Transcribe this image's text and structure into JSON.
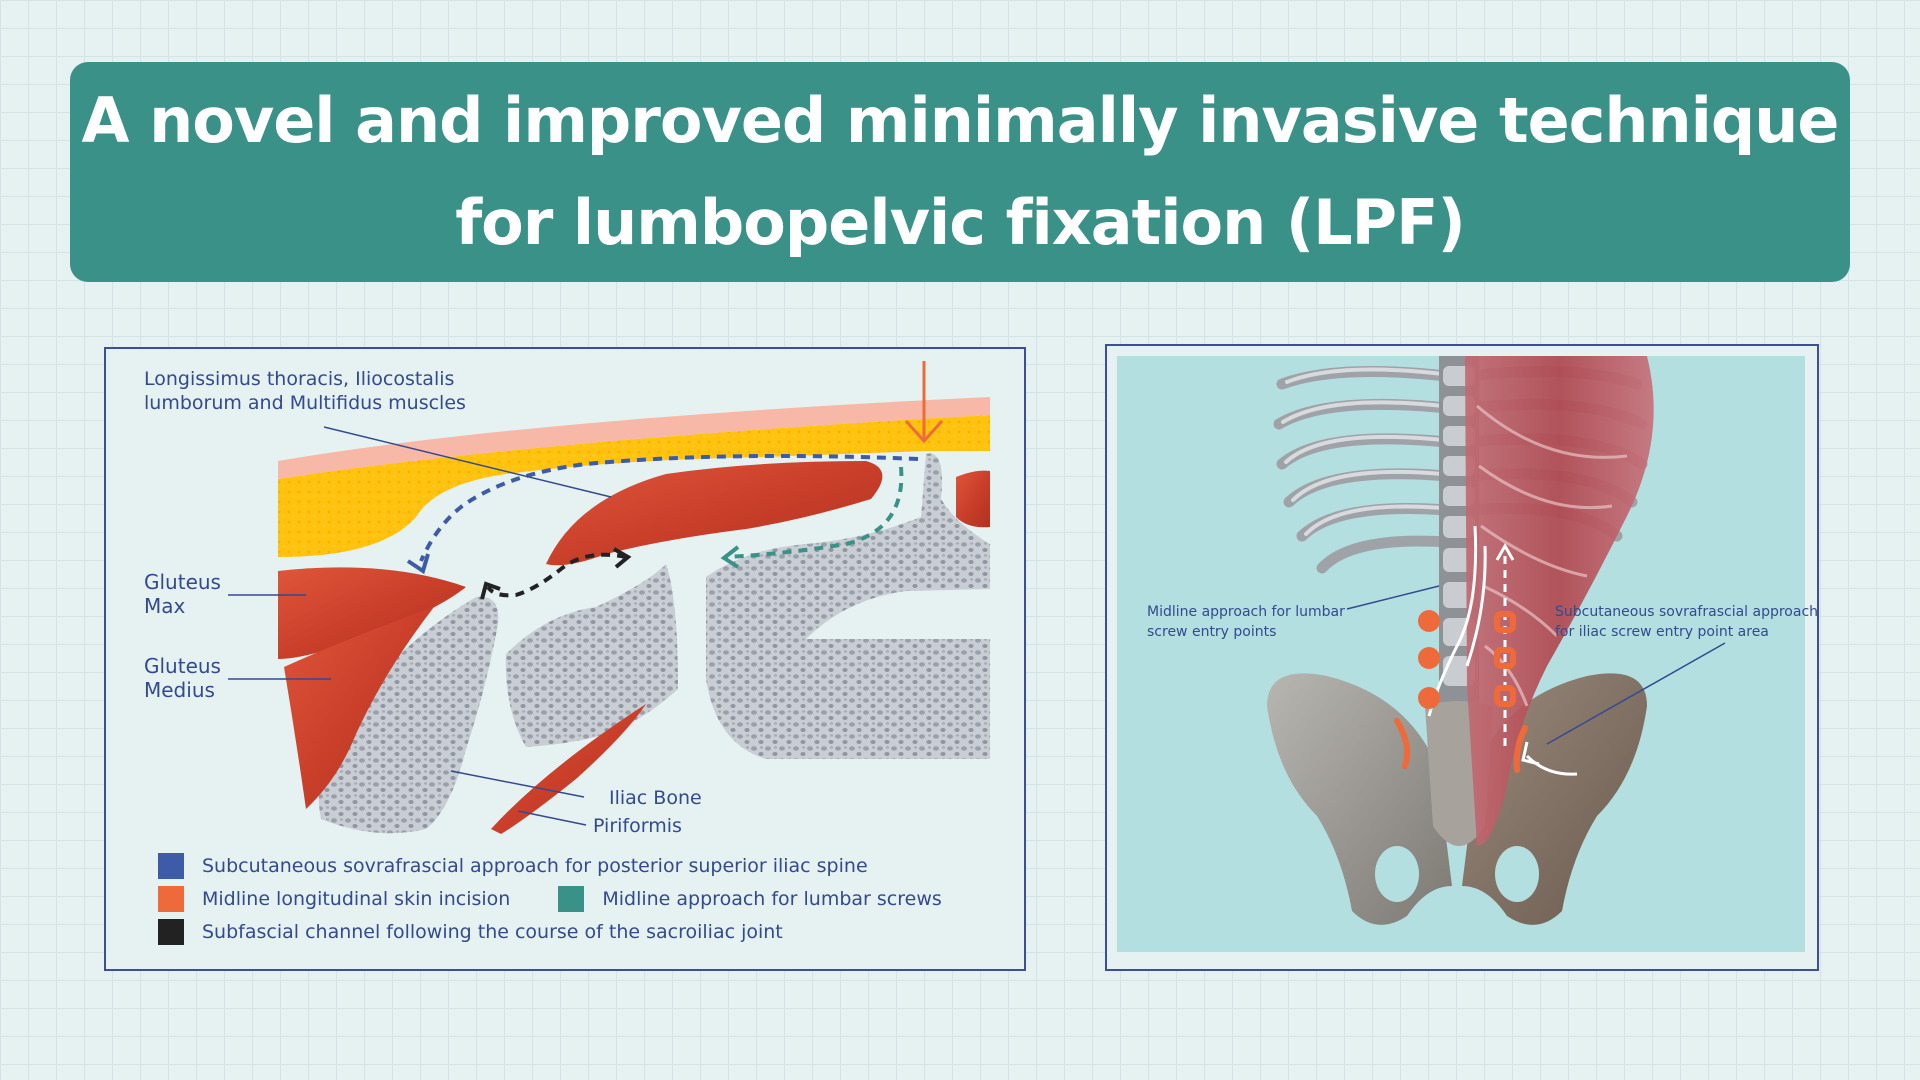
{
  "title": {
    "line1": "A novel and improved minimally invasive technique",
    "line2": "for lumbopelvic fixation (LPF)"
  },
  "left_diagram": {
    "labels": {
      "muscles_line1": "Longissimus thoracis, Iliocostalis",
      "muscles_line2": "lumborum and Multifidus muscles",
      "gluteus_max_line1": "Gluteus",
      "gluteus_max_line2": "Max",
      "gluteus_medius_line1": "Gluteus",
      "gluteus_medius_line2": "Medius",
      "iliac_bone": "Iliac Bone",
      "piriformis": "Piriformis"
    },
    "legend": [
      {
        "color": "#3d5ba6",
        "label": "Subcutaneous sovrafrascial approach for posterior superior iliac spine"
      },
      {
        "color": "#ef6a3a",
        "label": "Midline longitudinal skin incision"
      },
      {
        "color": "#3a9188",
        "label": "Midline approach for lumbar screws"
      },
      {
        "color": "#222222",
        "label": "Subfascial channel following the course of the sacroiliac joint"
      }
    ]
  },
  "right_diagram": {
    "label_left_line1": "Midline approach for lumbar",
    "label_left_line2": "screw entry points",
    "label_right_line1": "Subcutaneous sovrafrascial approach",
    "label_right_line2": "for iliac screw entry point area"
  },
  "colors": {
    "banner": "#3a9188",
    "fat": "#ffc20e",
    "skin": "#f7b8a8",
    "muscle": "#d0452e",
    "bone": "#c2c7cf",
    "label_blue": "#334a8f",
    "incision_orange": "#ef6a3a",
    "anatomy_bg": "#b3dfe0"
  }
}
